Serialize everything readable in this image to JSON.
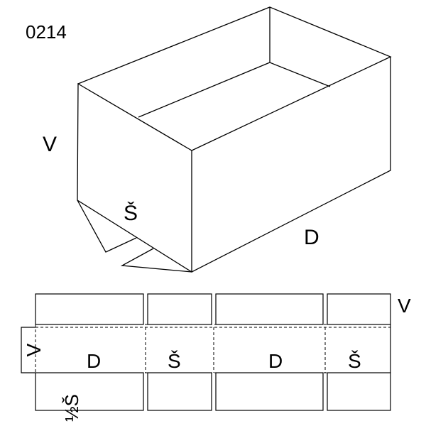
{
  "code": "0214",
  "box_labels": {
    "height": "V",
    "width": "Š",
    "length": "D"
  },
  "net_labels": {
    "top_v": "V",
    "side_v": "V",
    "panels": [
      "D",
      "Š",
      "D",
      "Š"
    ],
    "half_width": "½Š"
  }
}
